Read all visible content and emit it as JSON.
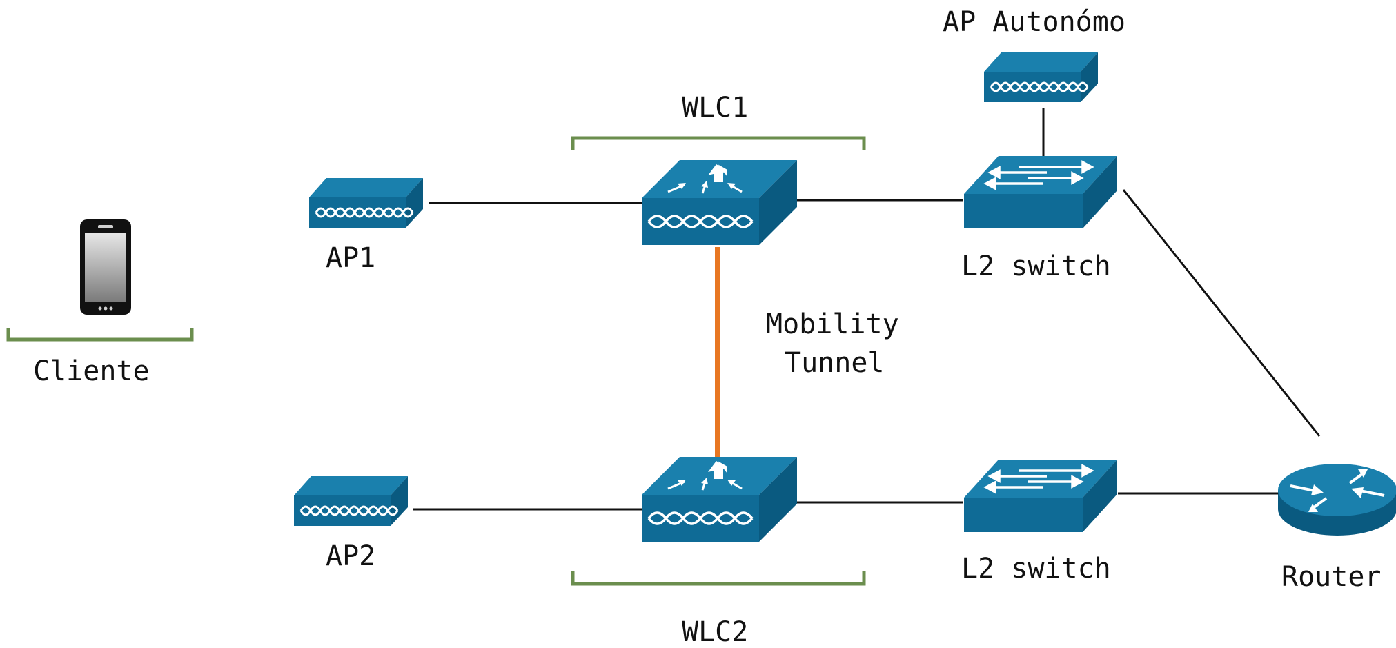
{
  "labels": {
    "ap_autonomo": "AP Autonómo",
    "wlc1": "WLC1",
    "ap1": "AP1",
    "l2_switch_top": "L2 switch",
    "cliente": "Cliente",
    "mobility_line1": "Mobility",
    "mobility_line2": "Tunnel",
    "ap2": "AP2",
    "l2_switch_bottom": "L2 switch",
    "router": "Router",
    "wlc2": "WLC2"
  },
  "colors": {
    "device": "#0f6b96",
    "device_top": "#1a80ad",
    "device_side": "#0a5a80",
    "bracket": "#6b8e4e",
    "tunnel": "#e87722",
    "link": "#111111"
  },
  "icons": {
    "client": "smartphone-icon",
    "access_point": "access-point-icon",
    "controller": "wireless-lan-controller-icon",
    "switch": "l2-switch-icon",
    "router": "router-icon"
  }
}
